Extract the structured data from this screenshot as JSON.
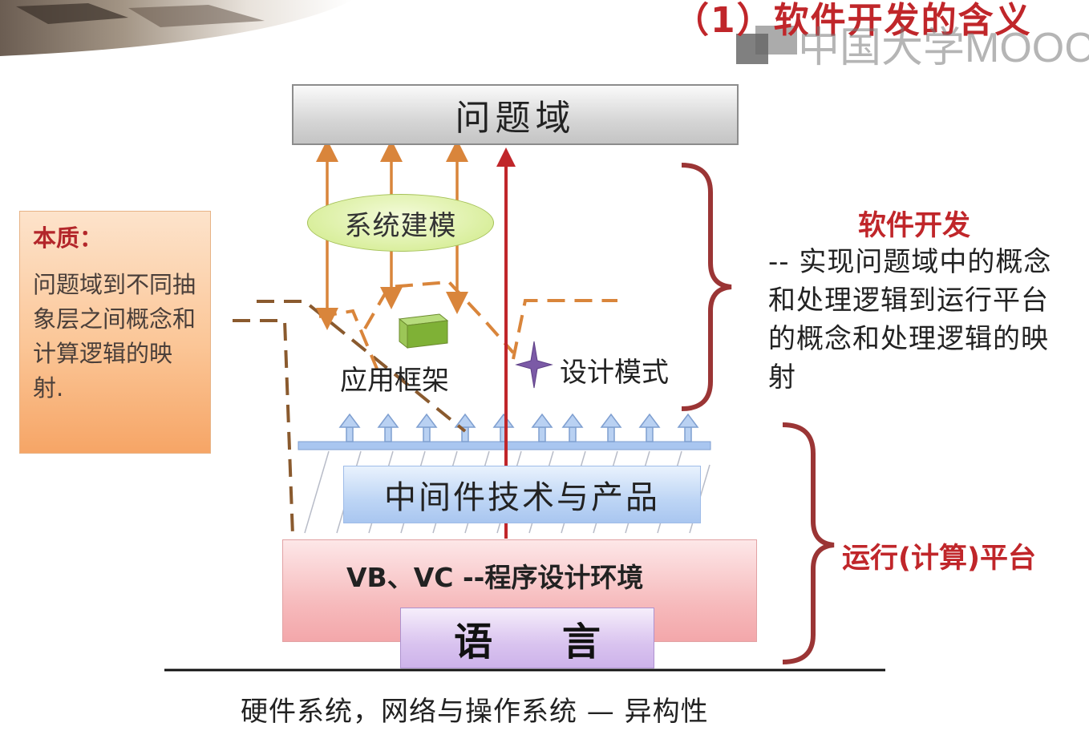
{
  "slide": {
    "title": "（1）软件开发的含义",
    "watermark": "中国大学MOOC"
  },
  "diagram": {
    "problem_domain": "问题域",
    "system_modeling": "系统建模",
    "application_framework": "应用框架",
    "design_patterns": "设计模式",
    "middleware": "中间件技术与产品",
    "ide": "VB、VC --程序设计环境",
    "language": "语 言",
    "hardware": "硬件系统，网络与操作系统 — 异构性"
  },
  "essence": {
    "title": "本质：",
    "text": "问题域到不同抽象层之间概念和计算逻辑的映射."
  },
  "software_dev": {
    "title": "软件开发",
    "text": "-- 实现问题域中的概念和处理逻辑到运行平台的概念和处理逻辑的映射"
  },
  "platform": {
    "label": "运行(计算)平台"
  },
  "colors": {
    "accent_red": "#c0262a",
    "arrow_orange": "#d9853b",
    "bracket": "#9b3535",
    "support_blue": "#a9c6f0"
  }
}
